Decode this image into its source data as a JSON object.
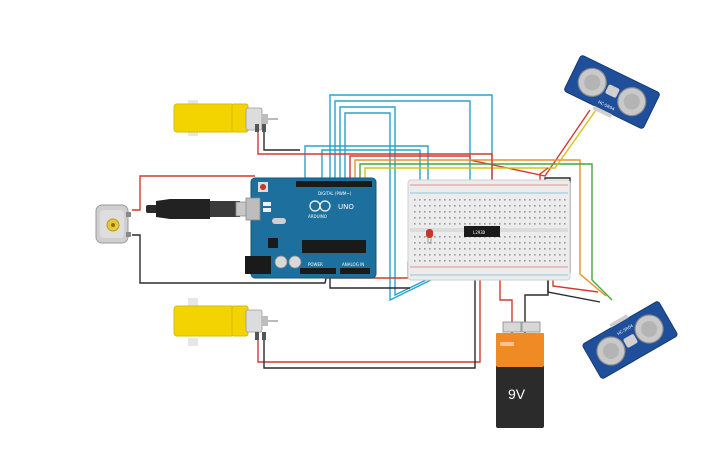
{
  "board": {
    "logo_text": "UNO",
    "brand_text": "ARDUINO",
    "power_label": "POWER",
    "analog_label": "ANALOG IN",
    "digital_label": "DIGITAL (PWM~)"
  },
  "battery": {
    "label": "9V"
  },
  "chip": {
    "label": "L293D"
  },
  "sensors": [
    {
      "label": "HC-SR04"
    },
    {
      "label": "HC-SR04"
    }
  ],
  "colors": {
    "arduino_blue": "#1d6f9d",
    "motor_yellow": "#f4d400",
    "wire_red": "#d43a2f",
    "wire_black": "#2b2b2b",
    "wire_blue": "#2aa3c9",
    "wire_green": "#47a63b",
    "wire_orange": "#e8902a",
    "sensor_blue": "#1f4f9a",
    "breadboard": "#ececec",
    "battery_orange": "#f08a24"
  }
}
